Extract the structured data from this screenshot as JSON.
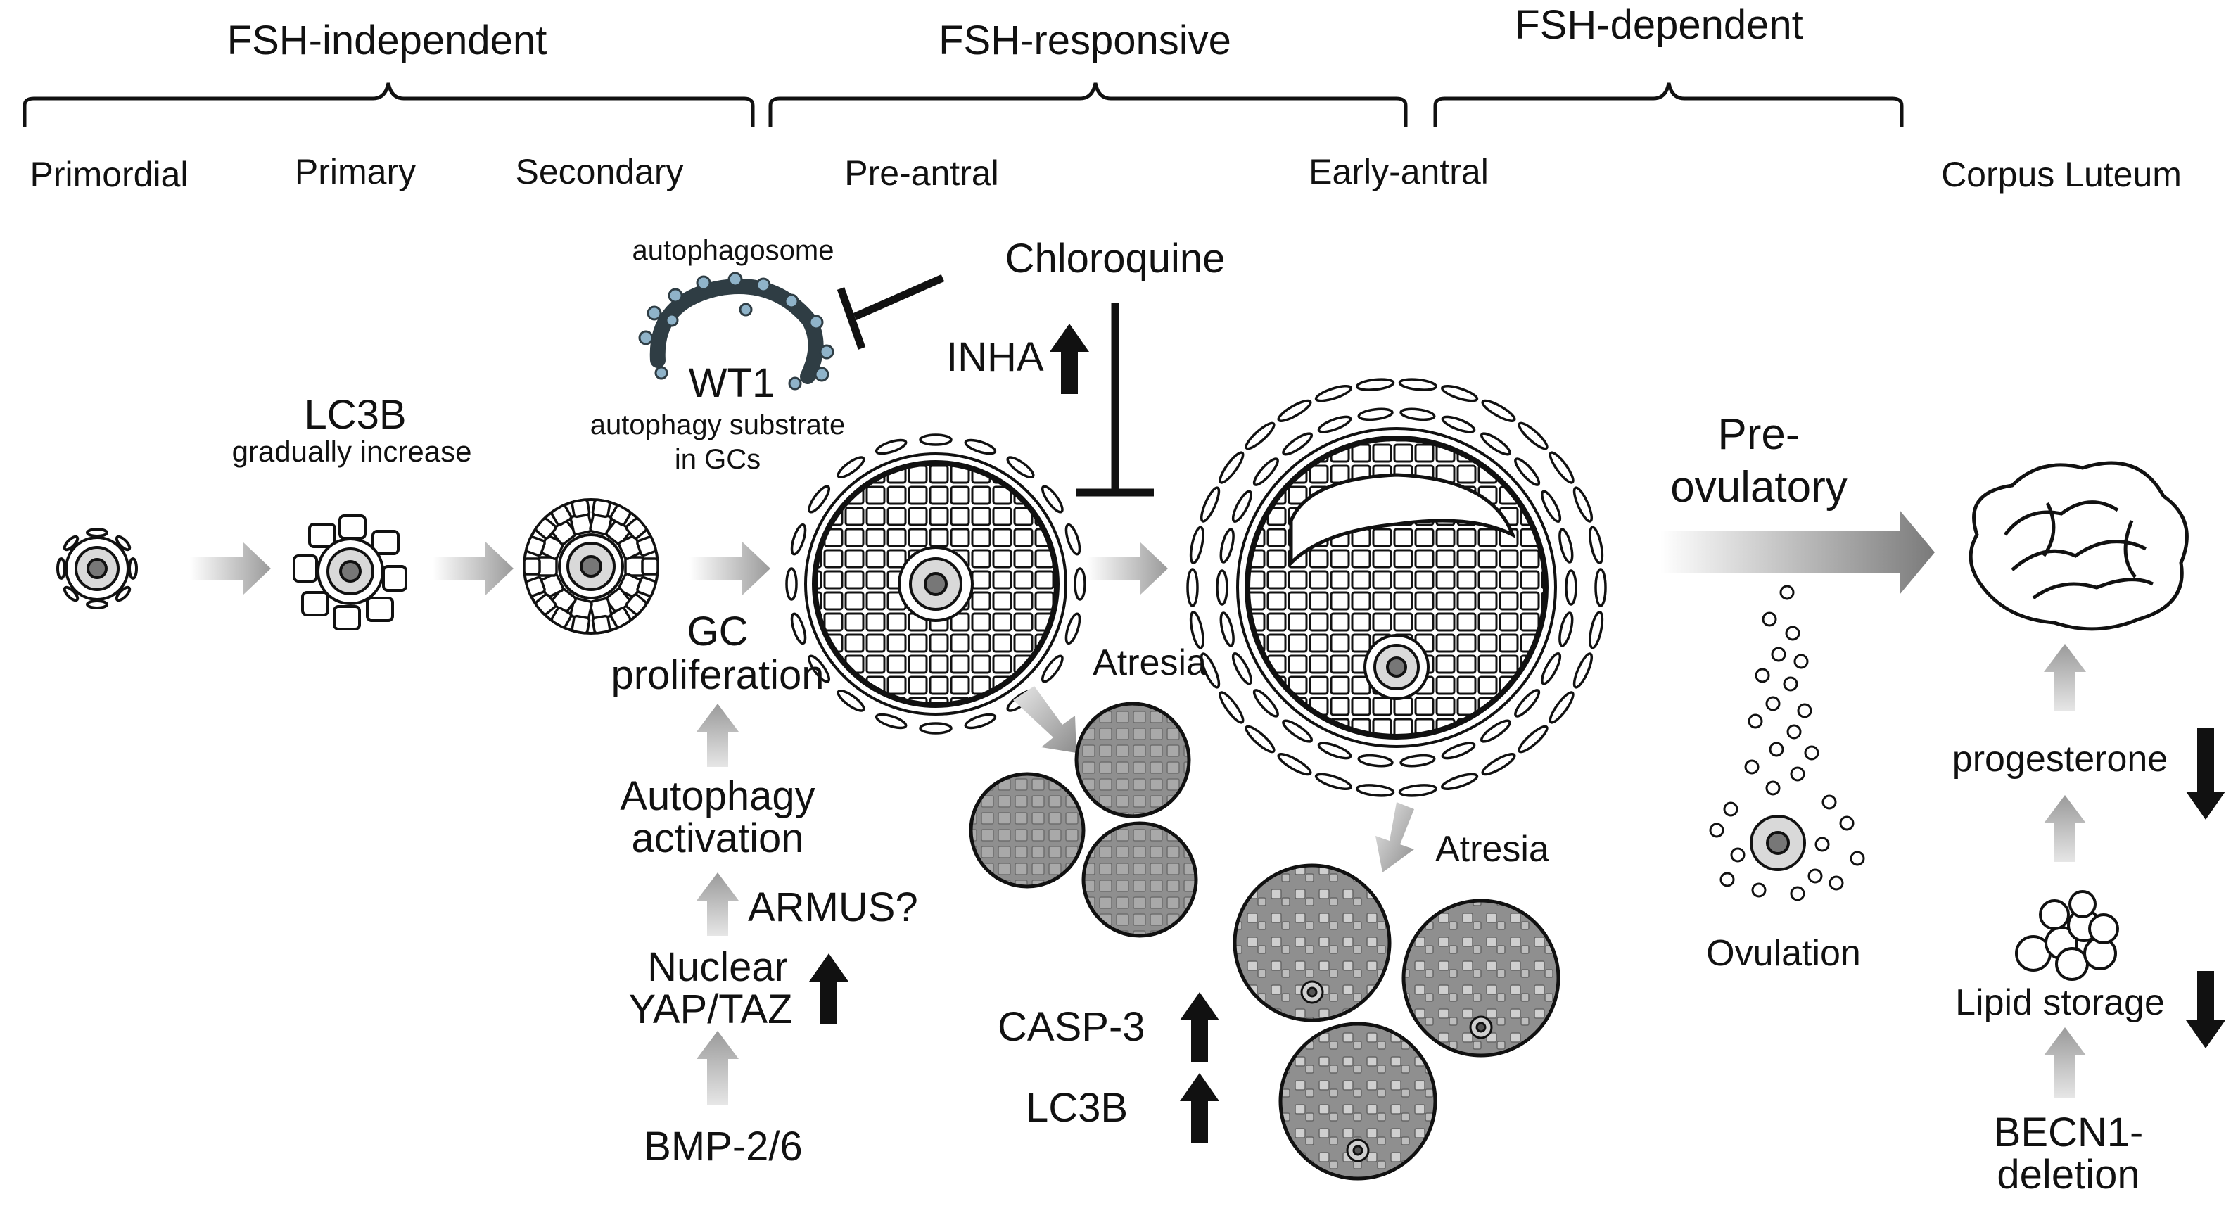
{
  "stages": {
    "fsh_independent": "FSH-independent",
    "fsh_responsive": "FSH-responsive",
    "fsh_dependent": "FSH-dependent"
  },
  "follicles": {
    "primordial": "Primordial",
    "primary": "Primary",
    "secondary": "Secondary",
    "preantral": "Pre-antral",
    "early_antral": "Early-antral",
    "corpus_luteum": "Corpus Luteum"
  },
  "labels": {
    "lc3b_top": "LC3B",
    "gradually": "gradually increase",
    "autophagosome": "autophagosome",
    "wt1": "WT1",
    "wt1_sub1": "autophagy substrate",
    "wt1_sub2": "in GCs",
    "chloroquine": "Chloroquine",
    "inha": "INHA",
    "gc1": "GC",
    "gc2": "proliferation",
    "autophagy1": "Autophagy",
    "autophagy2": "activation",
    "armus": "ARMUS?",
    "nuclear1": "Nuclear",
    "nuclear2": "YAP/TAZ",
    "bmp": "BMP-2/6",
    "atresia1": "Atresia",
    "atresia2": "Atresia",
    "casp3": "CASP-3",
    "lc3b_bottom": "LC3B",
    "preov1": "Pre-",
    "preov2": "ovulatory",
    "ovulation": "Ovulation",
    "progesterone": "progesterone",
    "lipid": "Lipid storage",
    "becn1_1": "BECN1-",
    "becn1_2": "deletion"
  },
  "colors": {
    "outline": "#111111",
    "atretic_fill": "#8f8f8f",
    "oocyte_ring": "#d9d9d9",
    "nucleus": "#777777",
    "arrow_gray": "#a6a6a6",
    "autophagosome": "#2f3d44",
    "dot_fill": "#8fb3c9"
  }
}
